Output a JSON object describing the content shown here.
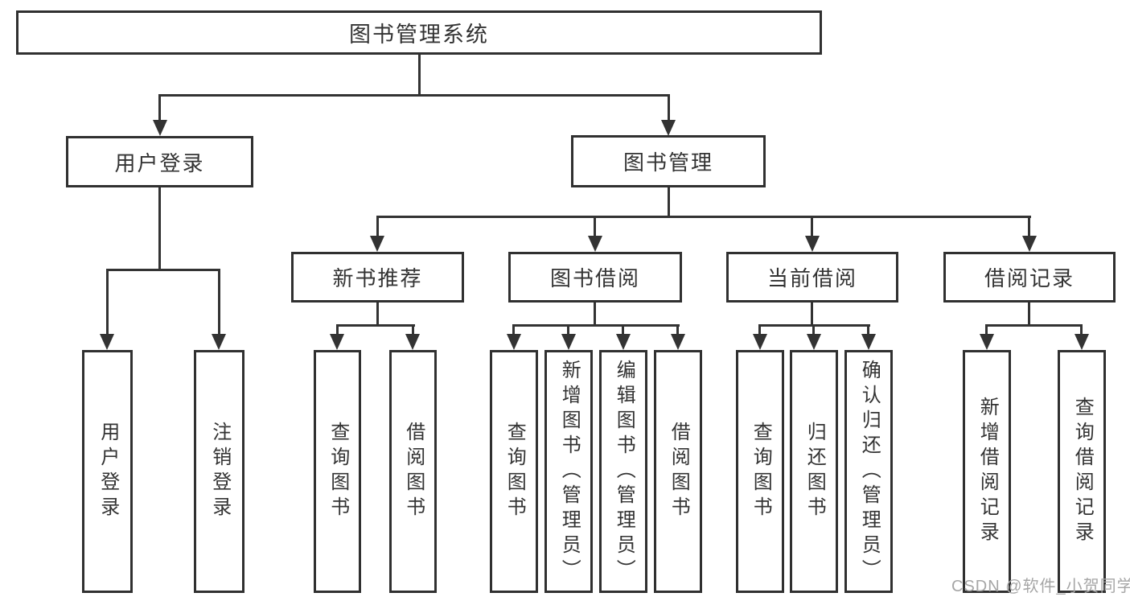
{
  "colors": {
    "line": "#333333",
    "box_border": "#303030",
    "box_background": "#ffffff",
    "text": "#333333",
    "watermark": "#a6a6a6",
    "page_background": "#ffffff"
  },
  "nodes": {
    "root": "图书管理系统",
    "level1": {
      "user_login": "用户登录",
      "book_management": "图书管理"
    },
    "level2": {
      "new_book_recommend": "新书推荐",
      "book_borrowing": "图书借阅",
      "current_borrowing": "当前借阅",
      "borrowing_records": "借阅记录"
    },
    "leaves": {
      "user_login": "用户登录",
      "logout": "注销登录",
      "rec_query_books": "查询图书",
      "rec_borrow_books": "借阅图书",
      "borrow_query_books": "查询图书",
      "borrow_add_books": "新增图书（管理员）",
      "borrow_edit_books": "编辑图书（管理员）",
      "borrow_borrow_books": "借阅图书",
      "current_query_books": "查询图书",
      "current_return_books": "归还图书",
      "current_confirm_return": "确认归还（管理员）",
      "records_add_record": "新增借阅记录",
      "records_query_record": "查询借阅记录"
    }
  },
  "watermark": "CSDN @软件_小贺同学"
}
